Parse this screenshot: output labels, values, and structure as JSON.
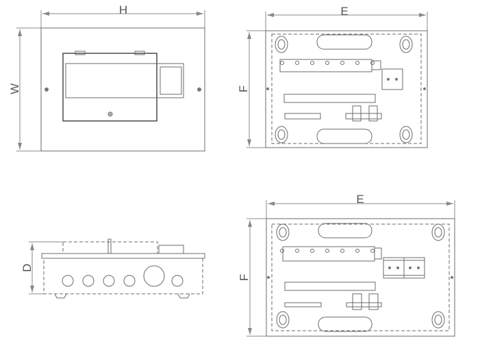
{
  "front_view": {
    "width_label": "H",
    "height_label": "W"
  },
  "backplate_view_top": {
    "width_label": "E",
    "height_label": "F"
  },
  "side_view": {
    "depth_label": "D"
  },
  "backplate_view_bottom": {
    "width_label": "E",
    "height_label": "F"
  }
}
